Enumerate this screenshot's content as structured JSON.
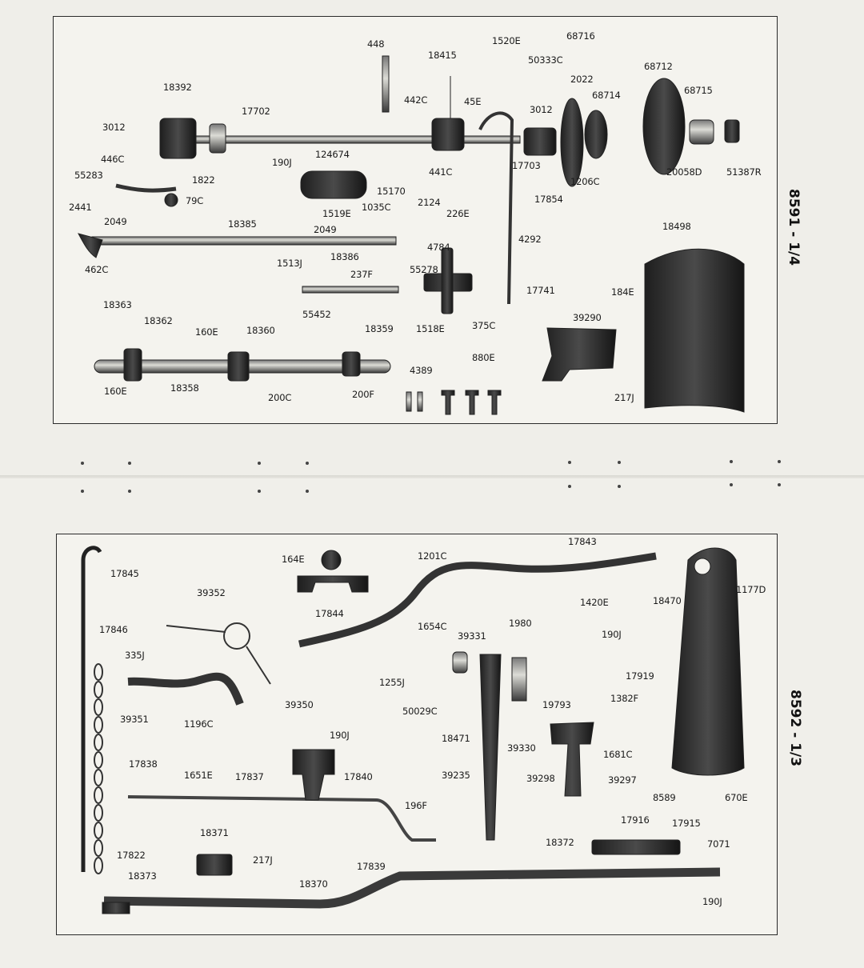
{
  "plates": [
    {
      "id": "8591 - 1/4"
    },
    {
      "id": "8592 - 1/3"
    }
  ],
  "top_labels": [
    "448",
    "18415",
    "1520E",
    "68716",
    "50333C",
    "68712",
    "68715",
    "18392",
    "17702",
    "3012",
    "442C",
    "45E",
    "2022",
    "3012",
    "68714",
    "446C",
    "441C",
    "17703",
    "1206C",
    "20058D",
    "51387R",
    "55283",
    "1822",
    "190J",
    "124674",
    "79C",
    "15170",
    "1035C",
    "2124",
    "226E",
    "2441",
    "2049",
    "1519E",
    "2049",
    "18385",
    "18386",
    "17854",
    "462C",
    "4784",
    "4292",
    "55278",
    "18498",
    "1513J",
    "237F",
    "55452",
    "17741",
    "184E",
    "18363",
    "18362",
    "1518E",
    "375C",
    "39290",
    "160E",
    "18360",
    "18359",
    "880E",
    "160E",
    "18358",
    "200C",
    "200F",
    "4389",
    "217J"
  ],
  "bottom_labels": [
    "17843",
    "1201C",
    "1177D",
    "17845",
    "164E",
    "39352",
    "18470",
    "17844",
    "1420E",
    "1654C",
    "1980",
    "190J",
    "17846",
    "39331",
    "335J",
    "1255J",
    "17919",
    "50029C",
    "19793",
    "39350",
    "1382F",
    "39351",
    "1196C",
    "18471",
    "190J",
    "39330",
    "1681C",
    "39235",
    "39298",
    "39297",
    "8589",
    "670E",
    "17838",
    "1651E",
    "17837",
    "17840",
    "196F",
    "17916",
    "17915",
    "18371",
    "18372",
    "7071",
    "217J",
    "17822",
    "17839",
    "18373",
    "18370",
    "190J"
  ]
}
